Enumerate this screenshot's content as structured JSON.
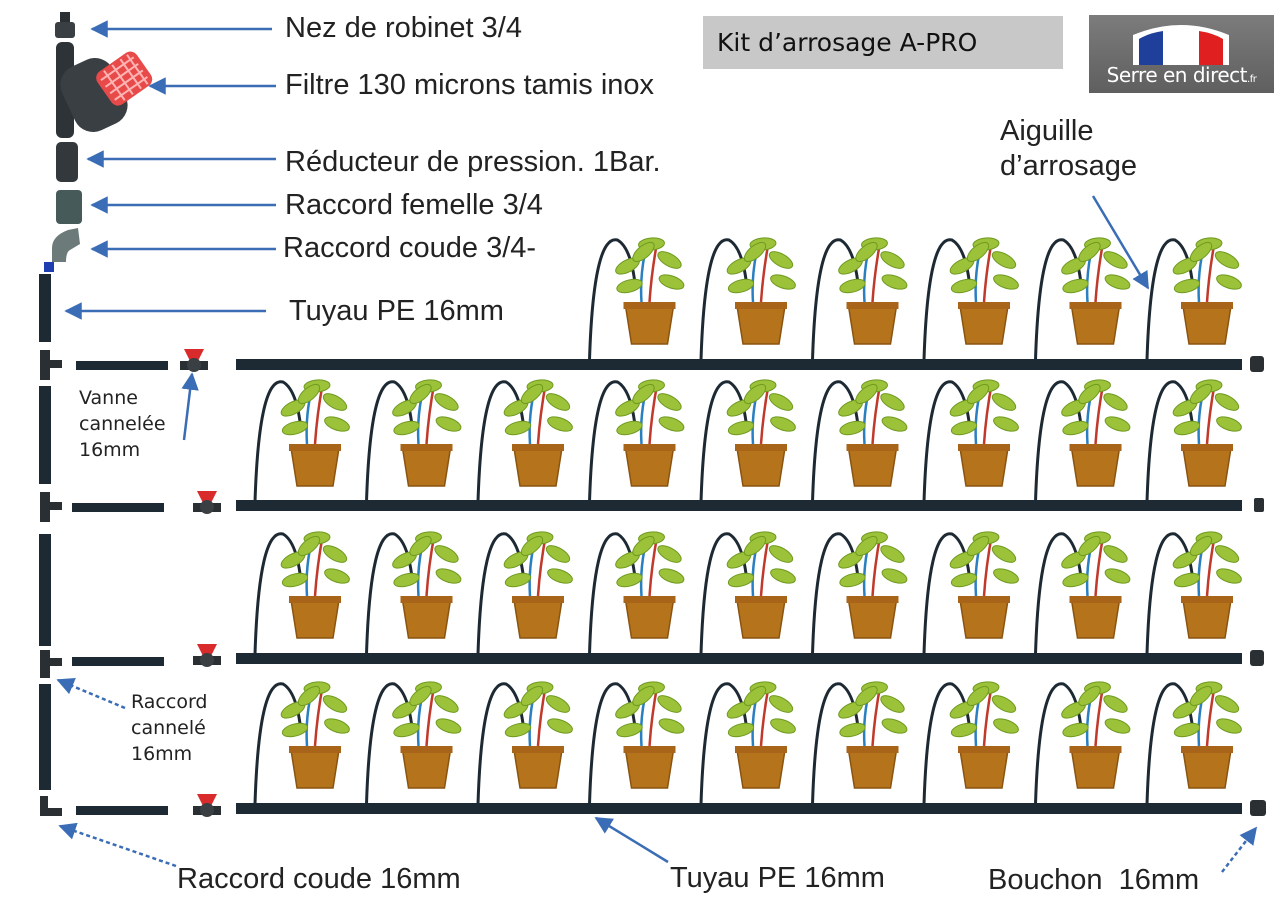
{
  "title": "Kit d’arrosage A-PRO",
  "logo": {
    "name": "Serre en direct",
    "tld": ".fr",
    "flag_colors": [
      "#1f3f9a",
      "#ffffff",
      "#e02020"
    ]
  },
  "component_labels": [
    "Nez de robinet 3/4",
    "Filtre 130 microns tamis inox",
    "Réducteur de pression. 1Bar.",
    "Raccord femelle 3/4",
    "Raccord coude 3/4-",
    "Tuyau PE 16mm"
  ],
  "side_labels": {
    "vanne": "Vanne cannelée 16mm",
    "raccord_cannele": "Raccord cannelé 16mm",
    "aiguille": "Aiguille d’arrosage"
  },
  "bottom_labels": {
    "coude": "Raccord coude 16mm",
    "tuyau": "Tuyau PE 16mm",
    "bouchon": "Bouchon  16mm"
  },
  "rows": [
    {
      "plants": 6
    },
    {
      "plants": 9
    },
    {
      "plants": 9
    },
    {
      "plants": 9
    }
  ],
  "colors": {
    "pipe": "#1e2a33",
    "arrow": "#3a6db5",
    "pot": "#b5741c",
    "leaf": "#9cc23a",
    "stem": "#c0392b",
    "valve": "#d92b2b"
  }
}
